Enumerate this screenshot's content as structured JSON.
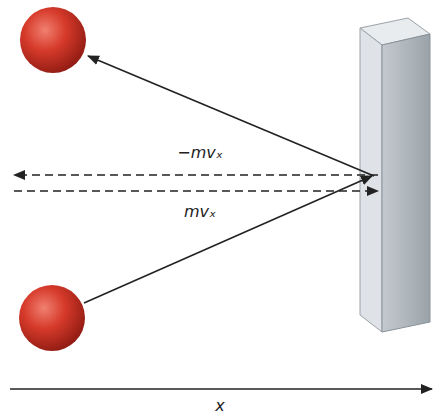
{
  "diagram": {
    "labels": [
      "−mvₓ",
      "mvₓ",
      "x"
    ]
  }
}
